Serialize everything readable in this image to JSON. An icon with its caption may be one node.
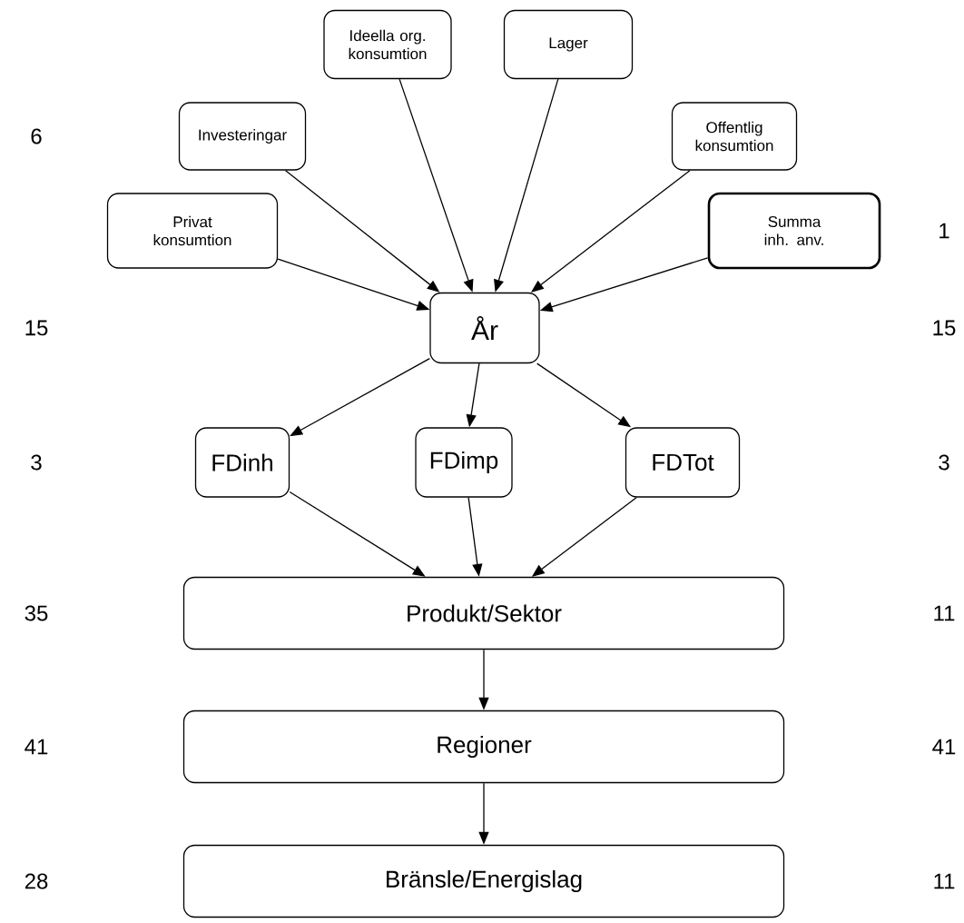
{
  "diagram": {
    "nodes": [
      {
        "text": [
          "Ideella org. konsumtion"
        ]
      },
      {
        "text": [
          "Lager"
        ]
      },
      {
        "text": [
          "Investeringar"
        ]
      },
      {
        "text": [
          "Offentlig konsumtion"
        ]
      },
      {
        "text": [
          "Privat konsumtion"
        ]
      },
      {
        "text": [
          "Summa inh. anv."
        ]
      },
      {
        "text": [
          "År"
        ]
      },
      {
        "text": [
          "FDinh"
        ]
      },
      {
        "text": [
          "FDimp"
        ]
      },
      {
        "text": [
          "FDTot"
        ]
      },
      {
        "text": [
          "Produkt/Sektor"
        ]
      },
      {
        "text": [
          "Regioner"
        ]
      },
      {
        "text": [
          "Bränsle/Energislag"
        ]
      }
    ],
    "edges": [
      {
        "from": 4,
        "to": 6,
        "arrow": "to"
      },
      {
        "from": 2,
        "to": 6,
        "arrow": "to"
      },
      {
        "from": 0,
        "to": 6,
        "arrow": "to"
      },
      {
        "from": 1,
        "to": 6,
        "arrow": "to"
      },
      {
        "from": 3,
        "to": 6,
        "arrow": "to"
      },
      {
        "from": 5,
        "to": 6,
        "arrow": "to"
      },
      {
        "from": 6,
        "to": 7,
        "arrow": "to"
      },
      {
        "from": 6,
        "to": 8,
        "arrow": "to"
      },
      {
        "from": 6,
        "to": 9,
        "arrow": "to"
      },
      {
        "from": 7,
        "to": 10,
        "arrow": "to"
      },
      {
        "from": 8,
        "to": 10,
        "arrow": "to"
      },
      {
        "from": 9,
        "to": 10,
        "arrow": "to"
      },
      {
        "from": 10,
        "to": 11,
        "arrow": "to"
      },
      {
        "from": 11,
        "to": 12,
        "arrow": "to"
      }
    ],
    "labels": [
      "6",
      "1",
      "15",
      "15",
      "3",
      "3",
      "35",
      "11",
      "41",
      "41",
      "28",
      "11"
    ]
  }
}
